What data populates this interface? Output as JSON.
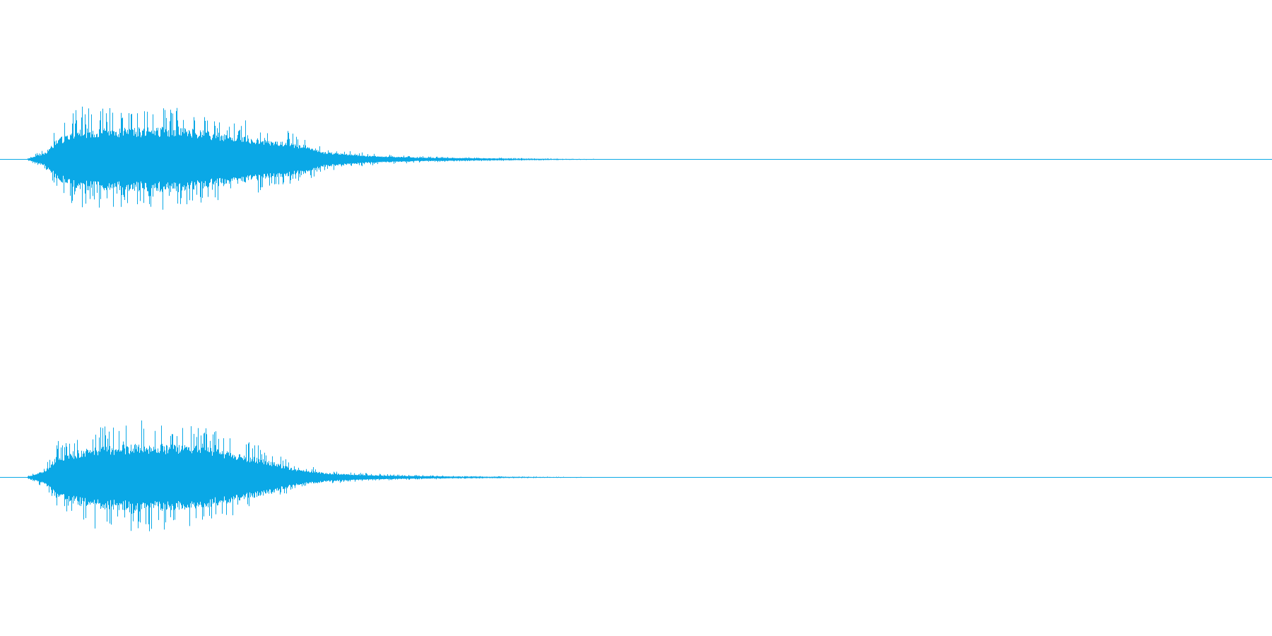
{
  "waveform": {
    "color": "#0aa8e6",
    "channels": [
      {
        "name": "channel-1",
        "envelope": [
          {
            "t": 0.0,
            "a": 0.0
          },
          {
            "t": 0.023,
            "a": 0.18
          },
          {
            "t": 0.038,
            "a": 0.55
          },
          {
            "t": 0.065,
            "a": 0.78
          },
          {
            "t": 0.11,
            "a": 0.8
          },
          {
            "t": 0.18,
            "a": 0.83
          },
          {
            "t": 0.22,
            "a": 0.7
          },
          {
            "t": 0.29,
            "a": 0.5
          },
          {
            "t": 0.33,
            "a": 0.36
          },
          {
            "t": 0.35,
            "a": 0.2
          },
          {
            "t": 0.4,
            "a": 0.1
          },
          {
            "t": 0.46,
            "a": 0.05
          },
          {
            "t": 0.56,
            "a": 0.025
          },
          {
            "t": 0.63,
            "a": 0.012
          },
          {
            "t": 0.68,
            "a": 0.006
          },
          {
            "t": 1.0,
            "a": 0.0
          }
        ]
      },
      {
        "name": "channel-2",
        "envelope": [
          {
            "t": 0.0,
            "a": 0.0
          },
          {
            "t": 0.023,
            "a": 0.18
          },
          {
            "t": 0.038,
            "a": 0.58
          },
          {
            "t": 0.08,
            "a": 0.8
          },
          {
            "t": 0.142,
            "a": 0.86
          },
          {
            "t": 0.2,
            "a": 0.82
          },
          {
            "t": 0.25,
            "a": 0.62
          },
          {
            "t": 0.29,
            "a": 0.4
          },
          {
            "t": 0.32,
            "a": 0.2
          },
          {
            "t": 0.36,
            "a": 0.1
          },
          {
            "t": 0.42,
            "a": 0.05
          },
          {
            "t": 0.5,
            "a": 0.025
          },
          {
            "t": 0.6,
            "a": 0.012
          },
          {
            "t": 0.68,
            "a": 0.006
          },
          {
            "t": 1.0,
            "a": 0.0
          }
        ]
      }
    ]
  }
}
